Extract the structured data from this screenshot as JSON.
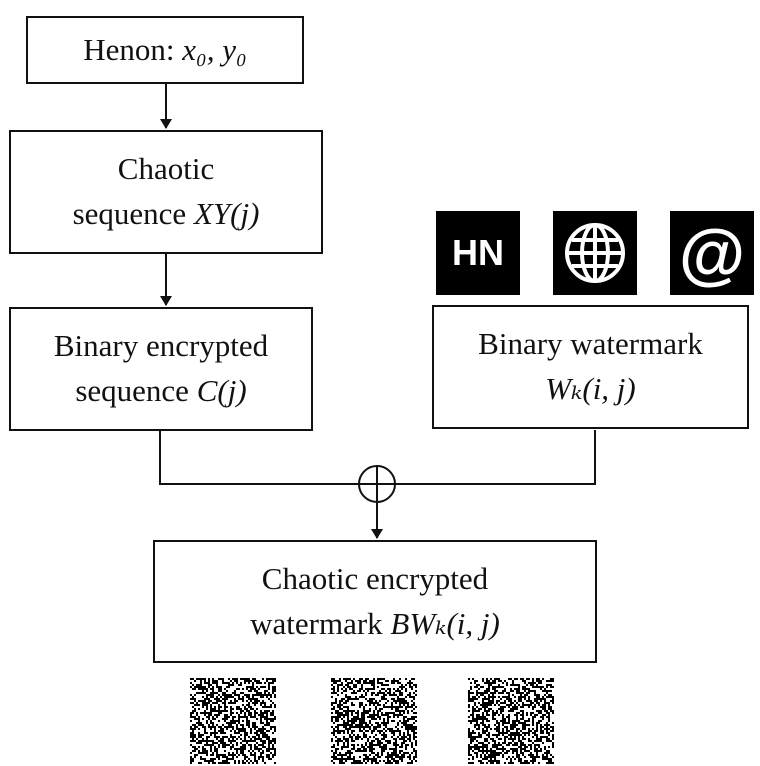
{
  "boxes": {
    "henon": {
      "text": "Henon:",
      "math": "x₀, y₀"
    },
    "chaotic_sequence": {
      "line1": "Chaotic",
      "line2_text": "sequence",
      "line2_math": "XY(j)"
    },
    "binary_encrypted_sequence": {
      "line1": "Binary encrypted",
      "line2_text": "sequence",
      "line2_math": "C(j)"
    },
    "binary_watermark": {
      "line1": "Binary watermark",
      "line2_math": "Wₖ(i, j)"
    },
    "chaotic_encrypted_watermark": {
      "line1": "Chaotic encrypted",
      "line2_text": "watermark",
      "line2_math": "BWₖ(i, j)"
    }
  },
  "watermark_images": [
    {
      "name": "hn-logo",
      "label": "HN"
    },
    {
      "name": "globe-icon"
    },
    {
      "name": "at-sign-icon",
      "label": "@"
    }
  ],
  "encrypted_images": [
    {
      "name": "scrambled-watermark-1"
    },
    {
      "name": "scrambled-watermark-2"
    },
    {
      "name": "scrambled-watermark-3"
    }
  ],
  "operator": "xor"
}
